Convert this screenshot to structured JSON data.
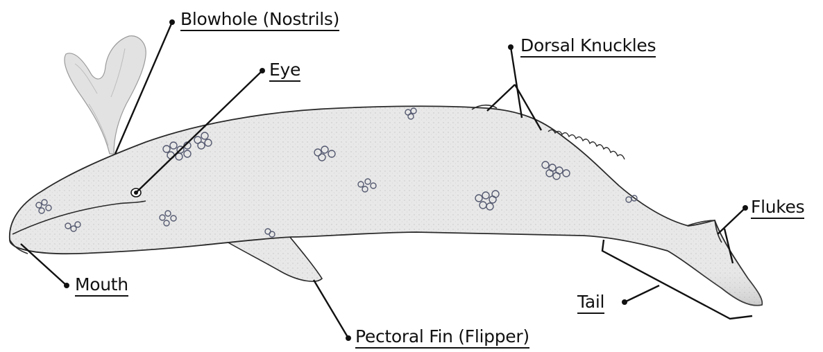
{
  "diagram": {
    "subject": "gray whale anatomy",
    "colors": {
      "whale_fill": "#e6e6e6",
      "whale_outline": "#2a2a2a",
      "barnacle": "#555a70",
      "spout": "#dddddd",
      "leader_line": "#111111"
    },
    "labels": {
      "blowhole": "Blowhole (Nostrils)",
      "eye": "Eye",
      "dorsal_knuckles": "Dorsal Knuckles",
      "flukes": "Flukes",
      "mouth": "Mouth",
      "tail": "Tail",
      "pectoral_fin": "Pectoral Fin (Flipper)"
    }
  }
}
